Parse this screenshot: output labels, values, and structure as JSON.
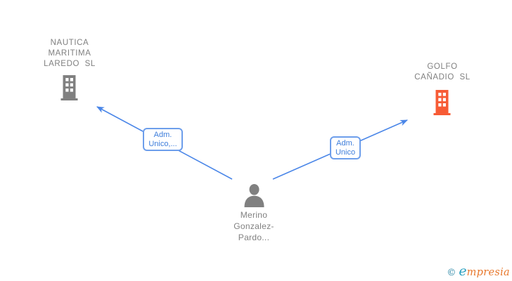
{
  "diagram": {
    "type": "corporate-relationship-graph",
    "palette": {
      "node_gray": "#808080",
      "company_highlight_orange": "#f75b35",
      "edge_blue": "#4a86e8",
      "edge_label_text_blue": "#3d7ddb",
      "edge_label_border_blue": "#6d9eeb",
      "background": "#ffffff"
    }
  },
  "nodes": {
    "company_left": {
      "name": "NAUTICA MARITIMA LAREDO SL",
      "lines": [
        "NAUTICA",
        "MARITIMA",
        "LAREDO  SL"
      ],
      "icon": "building-icon",
      "icon_color": "#808080",
      "text_color": "#808080"
    },
    "company_right": {
      "name": "GOLFO CAÑADIO SL",
      "lines": [
        "GOLFO",
        "CAÑADIO  SL"
      ],
      "icon": "building-icon",
      "icon_color": "#f75b35",
      "text_color": "#808080"
    },
    "person": {
      "name": "Merino Gonzalez-Pardo...",
      "lines": [
        "Merino",
        "Gonzalez-",
        "Pardo..."
      ],
      "icon": "person-icon",
      "icon_color": "#808080",
      "text_color": "#808080"
    }
  },
  "edges": {
    "left": {
      "from": "Merino Gonzalez-Pardo...",
      "to": "NAUTICA MARITIMA LAREDO SL",
      "label": "Adm. Unico,...",
      "label_lines": [
        "Adm.",
        "Unico,..."
      ],
      "color": "#4a86e8",
      "direction": "person-to-company"
    },
    "right": {
      "from": "Merino Gonzalez-Pardo...",
      "to": "GOLFO CAÑADIO SL",
      "label": "Adm. Unico",
      "label_lines": [
        "Adm.",
        "Unico"
      ],
      "color": "#4a86e8",
      "direction": "person-to-company"
    }
  },
  "branding": {
    "copyright_symbol": "©",
    "brand_initial": "e",
    "brand_rest": "mpresia",
    "brand_full": "empresia",
    "copyright_color": "#1d7fa0",
    "initial_color": "#2aa0c0",
    "rest_color": "#e8792e"
  }
}
